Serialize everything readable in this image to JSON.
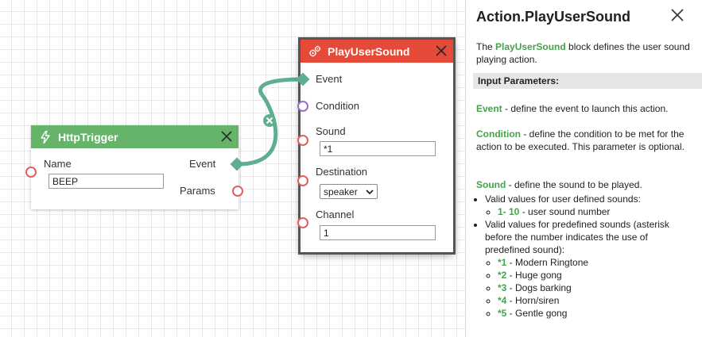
{
  "http_node": {
    "title": "HttpTrigger",
    "name_label": "Name",
    "name_value": "BEEP",
    "event_label": "Event",
    "params_label": "Params",
    "header_color": "#66b36a"
  },
  "play_node": {
    "title": "PlayUserSound",
    "event_label": "Event",
    "condition_label": "Condition",
    "sound_label": "Sound",
    "sound_value": "*1",
    "destination_label": "Destination",
    "destination_value": "speaker",
    "channel_label": "Channel",
    "channel_value": "1",
    "header_color": "#e54a38"
  },
  "help": {
    "title": "Action.PlayUserSound",
    "intro_pre": "The ",
    "intro_name": "PlayUserSound",
    "intro_post": " block defines the user sound playing action.",
    "params_heading": "Input Parameters:",
    "event_name": "Event",
    "event_desc": " - define the event to launch this action.",
    "condition_name": "Condition",
    "condition_desc": " - define the condition to be met for the action to be executed. This parameter is optional.",
    "sound_name": "Sound",
    "sound_desc": " - define the sound to be played.",
    "bullet1": "Valid values for user defined sounds:",
    "range_code": "1- 10",
    "range_desc": " - user sound number",
    "bullet2": "Valid values for predefined sounds (asterisk before the number indicates the use of predefined sound):",
    "predefined": [
      {
        "code": "*1",
        "desc": " - Modern Ringtone"
      },
      {
        "code": "*2",
        "desc": " - Huge gong"
      },
      {
        "code": "*3",
        "desc": " - Dogs barking"
      },
      {
        "code": "*4",
        "desc": " - Horn/siren"
      },
      {
        "code": "*5",
        "desc": " - Gentle gong"
      }
    ],
    "accent_color": "#44a24a"
  },
  "wire_color": "#5fae8f"
}
